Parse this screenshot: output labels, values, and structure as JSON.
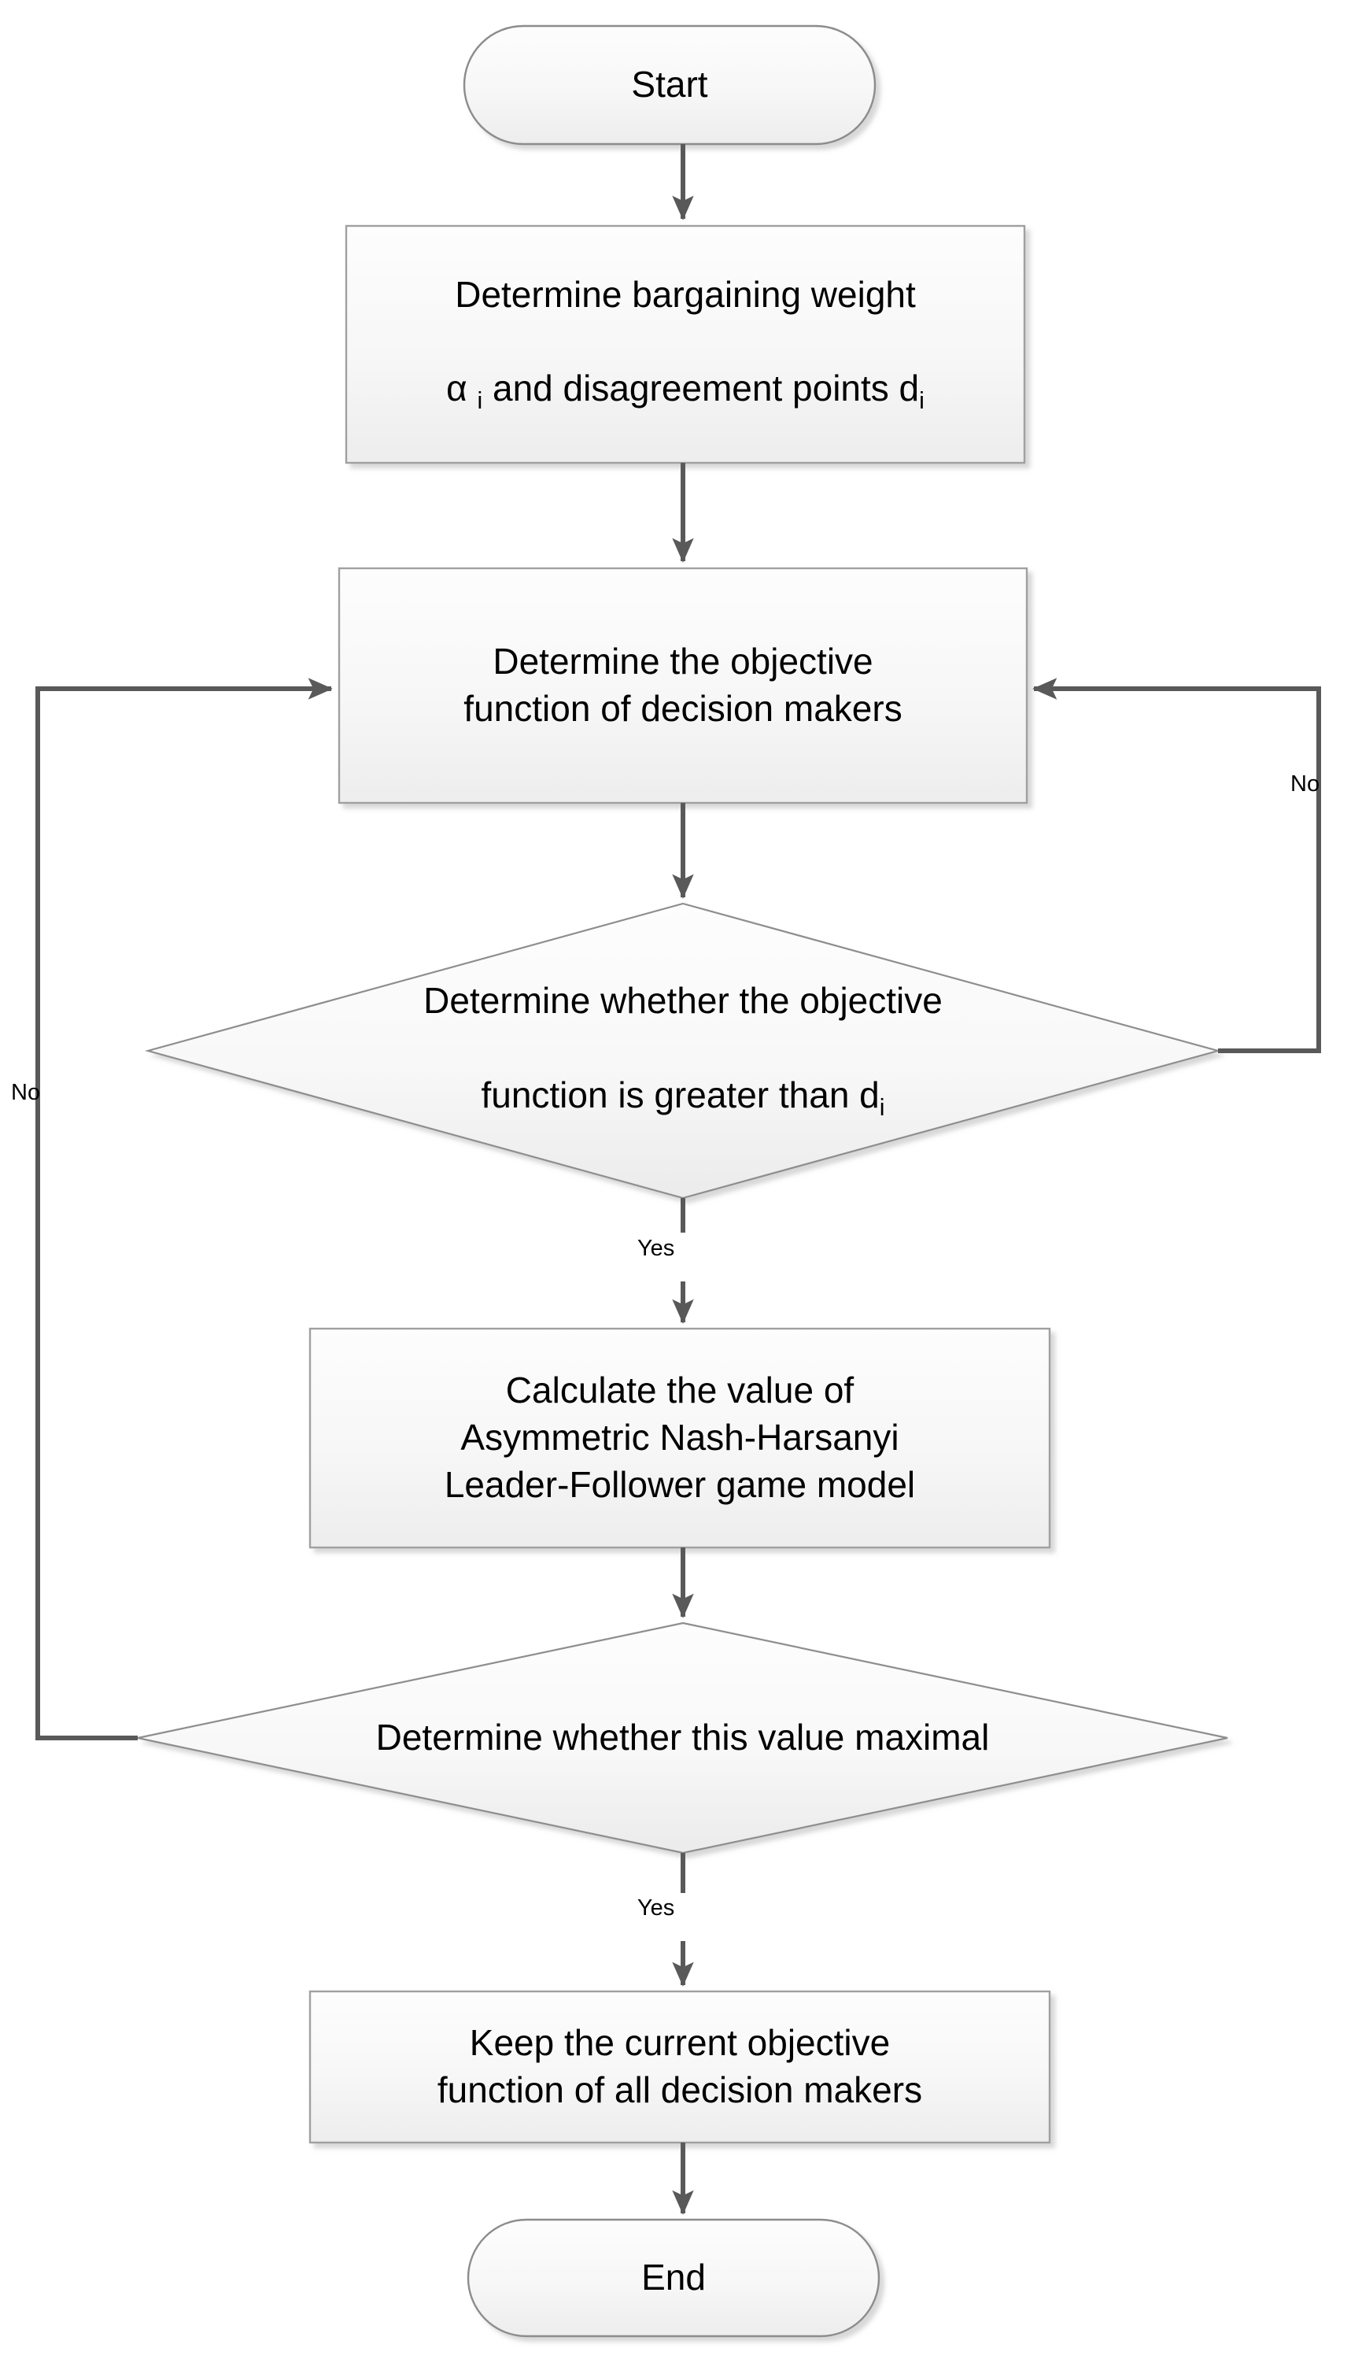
{
  "diagram": {
    "title": "Asymmetric Nash-Harsanyi Leader-Follower game model flowchart",
    "background_color": "#ffffff",
    "shape_fill_top": "#fcfcfc",
    "shape_fill_bottom": "#eff0f0",
    "shape_stroke": "#808080",
    "connector_color": "#595959",
    "text_color": "#000000"
  },
  "nodes": {
    "start": {
      "type": "terminal",
      "label": "Start"
    },
    "determine_weights": {
      "type": "process",
      "line1": "Determine bargaining weight",
      "line2_pre": "α ",
      "line2_sub1": "i",
      "line2_mid": " and disagreement points d",
      "line2_sub2": "i"
    },
    "determine_objective": {
      "type": "process",
      "line1": "Determine the objective",
      "line2": "function of decision makers"
    },
    "decision_greater": {
      "type": "decision",
      "line1": "Determine whether the objective",
      "line2_pre": "function is greater than d",
      "line2_sub": "i"
    },
    "calculate_value": {
      "type": "process",
      "line1": "Calculate the value of",
      "line2": "Asymmetric Nash-Harsanyi",
      "line3": "Leader-Follower game model"
    },
    "decision_maximal": {
      "type": "decision",
      "label": "Determine whether this value maximal"
    },
    "keep_current": {
      "type": "process",
      "line1": "Keep the current objective",
      "line2": "function of all decision makers"
    },
    "end": {
      "type": "terminal",
      "label": "End"
    }
  },
  "edges": {
    "start_to_weights": {
      "label": ""
    },
    "weights_to_objective": {
      "label": ""
    },
    "objective_to_decision1": {
      "label": ""
    },
    "decision1_no_right": {
      "label": "No"
    },
    "decision1_yes_down": {
      "label": "Yes"
    },
    "calculate_to_decision2": {
      "label": ""
    },
    "decision2_no_left": {
      "label": "No"
    },
    "decision2_yes_down": {
      "label": "Yes"
    },
    "keep_to_end": {
      "label": ""
    }
  }
}
